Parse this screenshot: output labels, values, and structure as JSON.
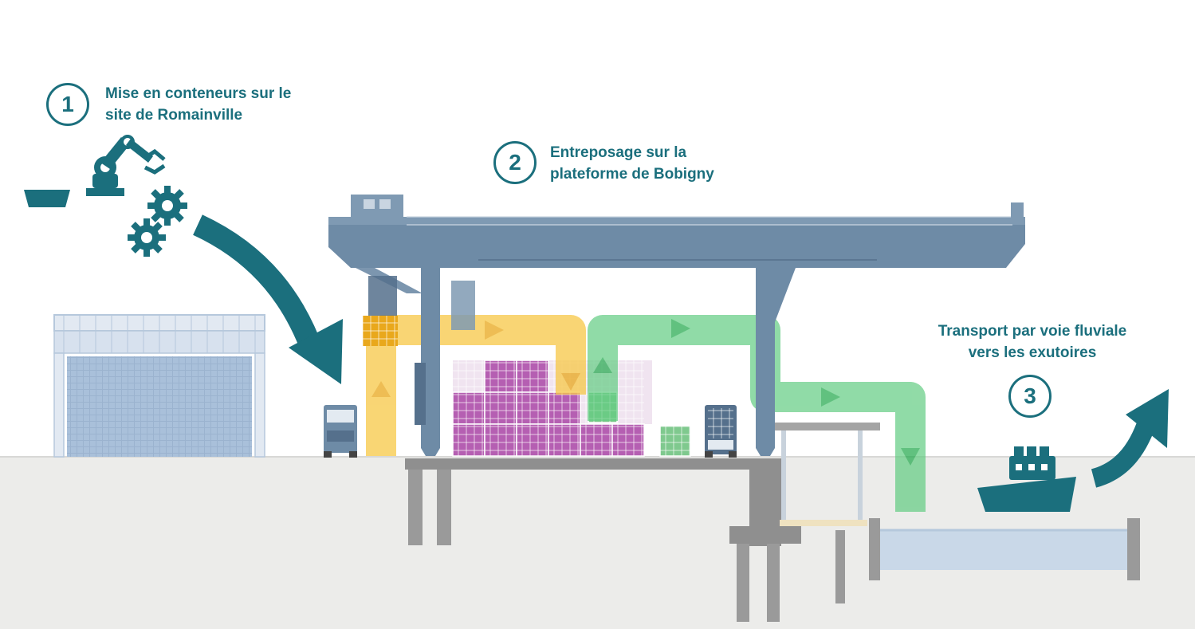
{
  "steps": [
    {
      "number": "1",
      "line1": "Mise en conteneurs sur le",
      "line2": "site de Romainville"
    },
    {
      "number": "2",
      "line1": "Entreposage sur la",
      "line2": "plateforme de Bobigny"
    },
    {
      "number": "3",
      "line1": "Transport par voie fluviale",
      "line2": "vers les exutoires"
    }
  ],
  "colors": {
    "teal": "#1b6f7d",
    "crane": "#6e8ba6",
    "crane_dark": "#55708c",
    "warehouse": "#a9c0da",
    "ground": "#ececea",
    "concrete": "#9a9a9a",
    "water": "#c9d8e8",
    "flow_yellow": "#f7c846",
    "flow_green": "#62cc82",
    "container_purple": "#b55fb2",
    "container_green": "#7fc98e"
  }
}
